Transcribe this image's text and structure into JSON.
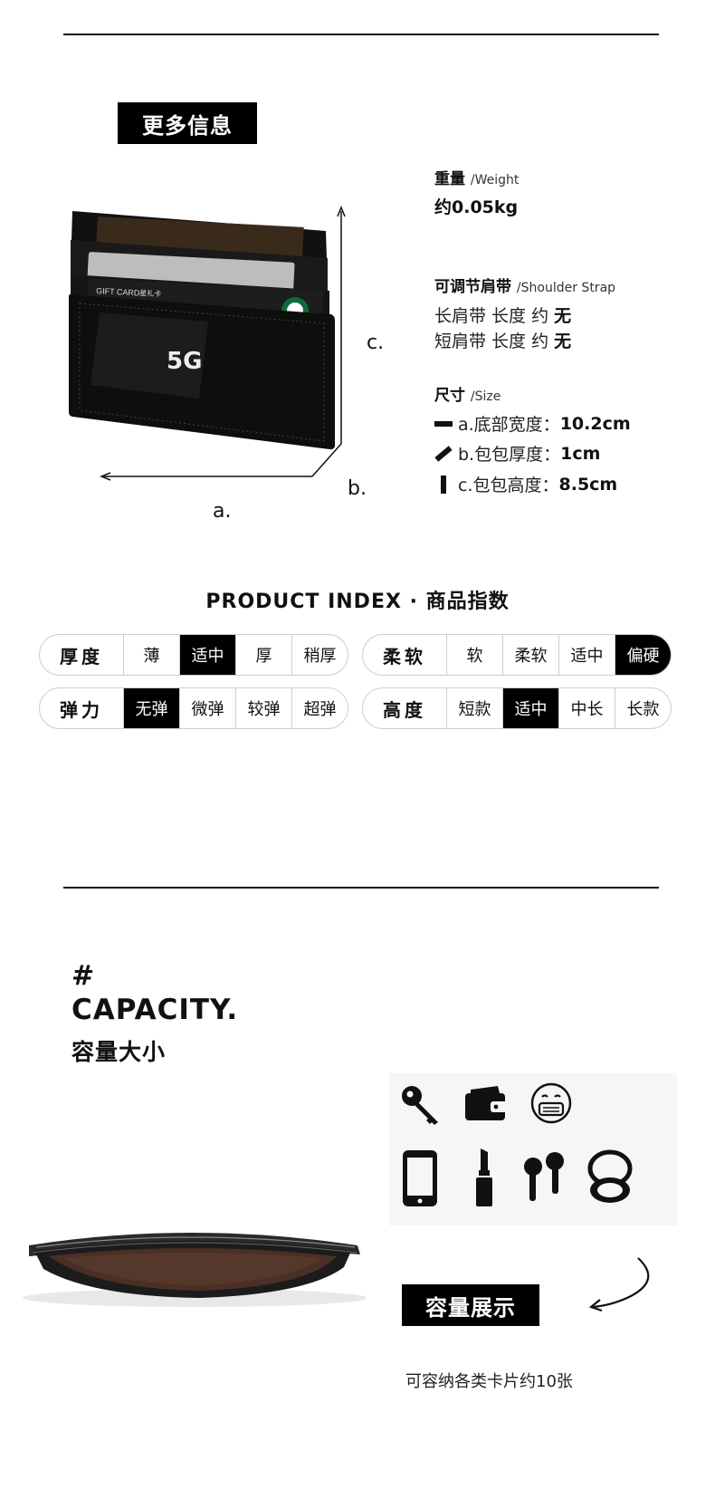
{
  "more_info": {
    "label": "更多信息"
  },
  "specs": {
    "weight": {
      "title": "重量",
      "en": "/Weight",
      "value": "约0.05kg"
    },
    "strap": {
      "title": "可调节肩带",
      "en": "/Shoulder Strap",
      "long": {
        "text": "长肩带 长度 约 ",
        "val": "无"
      },
      "short": {
        "text": "短肩带 长度 约 ",
        "val": "无"
      }
    },
    "size": {
      "title": "尺寸",
      "en": "/Size",
      "a": {
        "text": "a.底部宽度：",
        "val": "10.2cm"
      },
      "b": {
        "text": "b.包包厚度：",
        "val": "1cm"
      },
      "c": {
        "text": "c.包包高度：",
        "val": "8.5cm"
      }
    }
  },
  "product_image": {
    "card_text": "GIFT CARD",
    "card_text2": "星礼卡",
    "logo": "5G",
    "dim_a": "a.",
    "dim_b": "b.",
    "dim_c": "c."
  },
  "product_index": {
    "title": "PRODUCT INDEX · 商品指数",
    "rows": [
      {
        "label": "厚度",
        "options": [
          "薄",
          "适中",
          "厚",
          "稍厚"
        ],
        "selected": 1
      },
      {
        "label": "柔软",
        "options": [
          "软",
          "柔软",
          "适中",
          "偏硬"
        ],
        "selected": 3
      },
      {
        "label": "弹力",
        "options": [
          "无弹",
          "微弹",
          "较弹",
          "超弹"
        ],
        "selected": 0
      },
      {
        "label": "高度",
        "options": [
          "短款",
          "适中",
          "中长",
          "长款"
        ],
        "selected": 1
      }
    ]
  },
  "capacity": {
    "hash": "#",
    "title_en": "CAPACITY.",
    "title_zh": "容量大小",
    "badge": "容量展示",
    "note": "可容纳各类卡片约10张",
    "icons": [
      "key-icon",
      "wallet-icon",
      "mask-icon",
      "phone-icon",
      "lipstick-icon",
      "earbuds-icon",
      "compact-mirror-icon"
    ]
  }
}
